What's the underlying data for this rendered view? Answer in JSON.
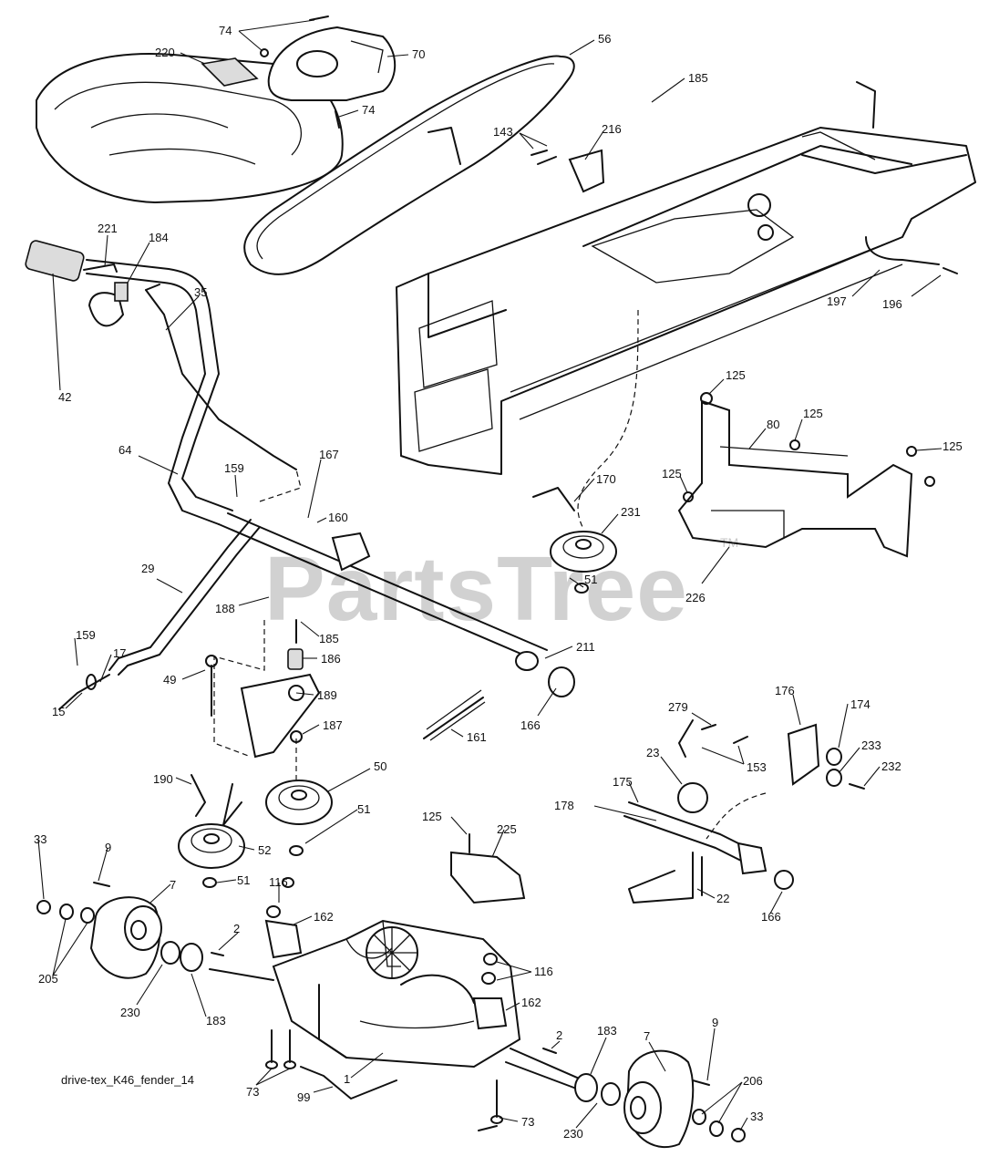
{
  "diagram": {
    "caption": "drive-tex_K46_fender_14",
    "watermark": "PartsTree",
    "watermark_tm": "TM"
  },
  "callouts": {
    "c74a": "74",
    "c74b": "74",
    "c220": "220",
    "c70": "70",
    "c56": "56",
    "c185a": "185",
    "c143": "143",
    "c216": "216",
    "c221": "221",
    "c184": "184",
    "c35": "35",
    "c42": "42",
    "c197": "197",
    "c196": "196",
    "c125a": "125",
    "c80": "80",
    "c125b": "125",
    "c125c": "125",
    "c125d": "125",
    "c64": "64",
    "c159a": "159",
    "c167": "167",
    "c160": "160",
    "c170": "170",
    "c231": "231",
    "c51a": "51",
    "c226": "226",
    "c29": "29",
    "c188": "188",
    "c185b": "185",
    "c186": "186",
    "c211": "211",
    "c159b": "159",
    "c17": "17",
    "c49": "49",
    "c189": "189",
    "c15": "15",
    "c187": "187",
    "c166a": "166",
    "c161": "161",
    "c279": "279",
    "c176": "176",
    "c174": "174",
    "c23": "23",
    "c153": "153",
    "c233": "233",
    "c232": "232",
    "c190": "190",
    "c50": "50",
    "c175": "175",
    "c178": "178",
    "c51b": "51",
    "c125e": "125",
    "c225": "225",
    "c33a": "33",
    "c9a": "9",
    "c52": "52",
    "c7a": "7",
    "c51c": "51",
    "c22": "22",
    "c166b": "166",
    "c116a": "116",
    "c162a": "162",
    "c2a": "2",
    "c205a": "205",
    "c116b": "116",
    "c230a": "230",
    "c183a": "183",
    "c162b": "162",
    "c183b": "183",
    "c2b": "2",
    "c7b": "7",
    "c9b": "9",
    "c73a": "73",
    "c1": "1",
    "c99": "99",
    "c206": "206",
    "c73b": "73",
    "c230b": "230",
    "c33b": "33"
  }
}
